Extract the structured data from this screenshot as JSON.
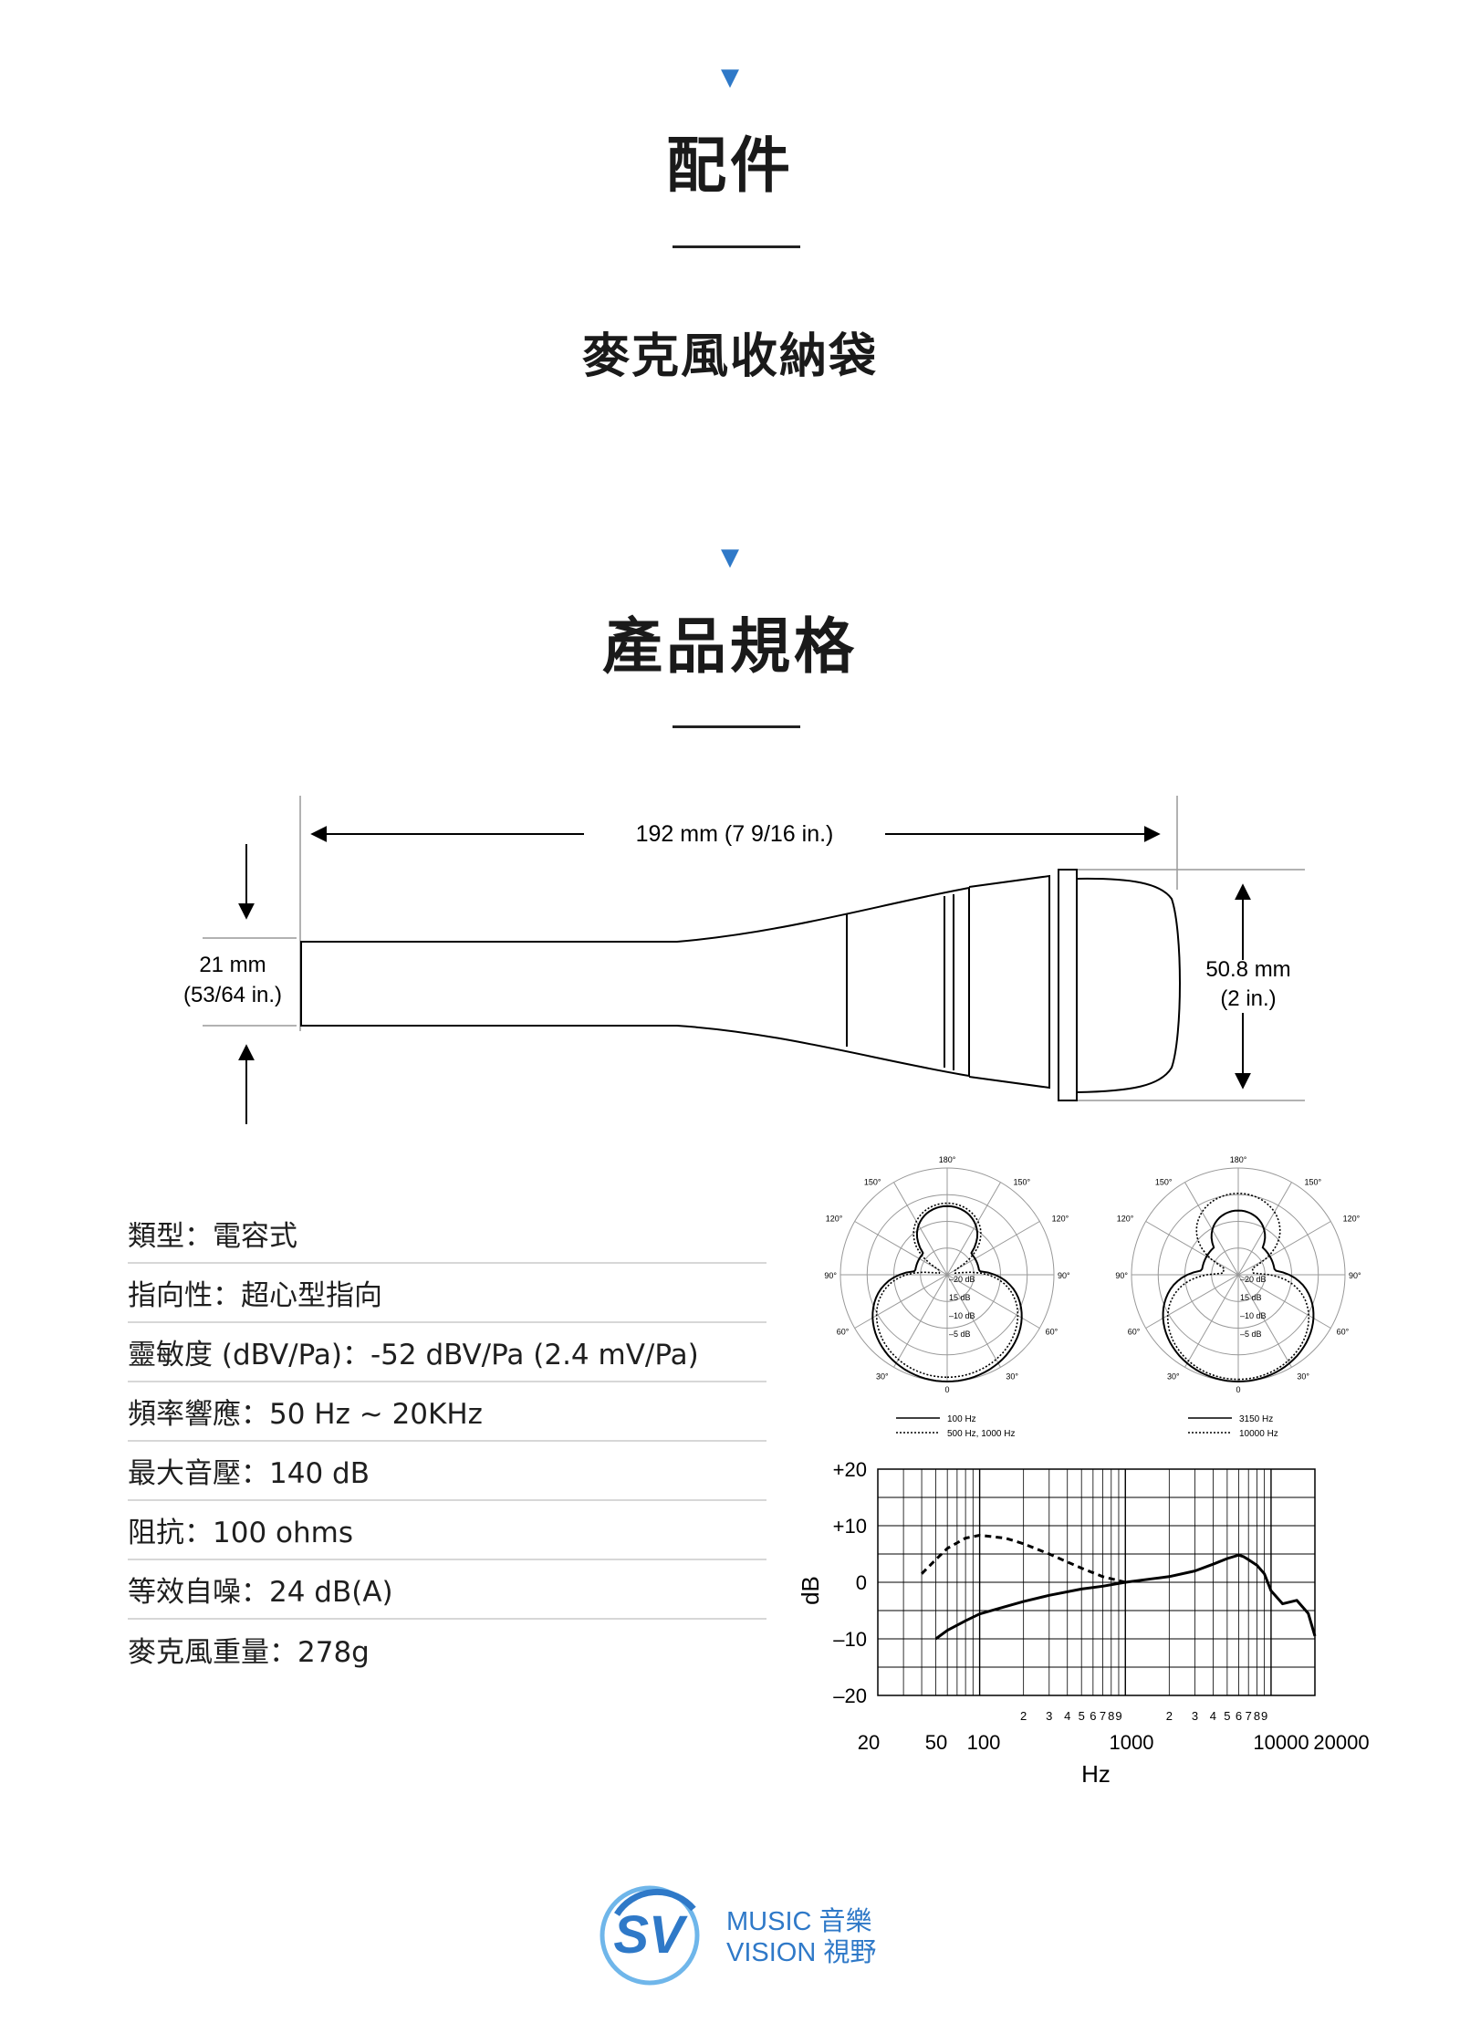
{
  "sections": {
    "accessories": {
      "marker": "▼",
      "title": "配件",
      "item": "麥克風收納袋"
    },
    "specs": {
      "marker": "▼",
      "title": "產品規格"
    }
  },
  "dimensions": {
    "length": "192 mm (7 9/16 in.)",
    "handle_mm": "21 mm",
    "handle_in": "(53/64 in.)",
    "head_mm": "50.8 mm",
    "head_in": "(2 in.)"
  },
  "spec_items": [
    "類型：電容式",
    "指向性：超心型指向",
    "靈敏度 (dBV/Pa)：-52 dBV/Pa (2.4 mV/Pa)",
    "頻率響應：50 Hz ~ 20KHz",
    "最大音壓：140 dB",
    "阻抗：100 ohms",
    "等效自噪：24 dB(A)",
    "麥克風重量：278g"
  ],
  "polar": {
    "angles": [
      "180°",
      "150°",
      "150°",
      "120°",
      "120°",
      "90°",
      "90°",
      "60°",
      "60°",
      "30°",
      "30°",
      "0"
    ],
    "rings": [
      "–20 dB",
      "15 dB",
      "–10 dB",
      "–5 dB"
    ],
    "left_legend": [
      "100 Hz",
      "500 Hz, 1000 Hz"
    ],
    "right_legend": [
      "3150 Hz",
      "10000 Hz"
    ]
  },
  "chart_data": {
    "type": "line",
    "ylabel": "dB",
    "xlabel": "Hz",
    "xscale": "log",
    "xlim": [
      20,
      20000
    ],
    "ylim": [
      -20,
      20
    ],
    "yticks": [
      "+20",
      "+10",
      "0",
      "–10",
      "–20"
    ],
    "xticks": [
      "20",
      "50",
      "100",
      "1000",
      "10000",
      "20000"
    ],
    "minor_tick_labels": [
      "2",
      "3",
      "4",
      "5",
      "6",
      "7",
      "8",
      "9"
    ],
    "grid": true,
    "series": [
      {
        "style": "solid",
        "x": [
          50,
          60,
          80,
          100,
          150,
          200,
          300,
          500,
          700,
          1000,
          1500,
          2000,
          3000,
          4000,
          5000,
          6000,
          6500,
          7000,
          8000,
          9000,
          10000,
          12000,
          15000,
          18000,
          20000
        ],
        "y": [
          -10,
          -8.5,
          -6.8,
          -5.6,
          -4.3,
          -3.4,
          -2.3,
          -1.2,
          -0.7,
          0,
          0.6,
          1,
          2,
          3.2,
          4.2,
          4.8,
          4.5,
          4,
          3,
          1.5,
          -1.5,
          -3.8,
          -3.2,
          -5.5,
          -9.5
        ]
      },
      {
        "style": "dashed",
        "x": [
          40,
          50,
          60,
          80,
          100,
          150,
          200,
          300,
          500,
          700,
          1000
        ],
        "y": [
          1.5,
          4,
          6,
          7.8,
          8.3,
          7.8,
          6.8,
          5,
          2.5,
          1,
          0
        ]
      }
    ]
  },
  "logo": {
    "line1": "MUSIC 音樂",
    "line2": "VISION 視野",
    "colors": {
      "primary": "#2f79c8",
      "light": "#6fb6ea"
    }
  }
}
